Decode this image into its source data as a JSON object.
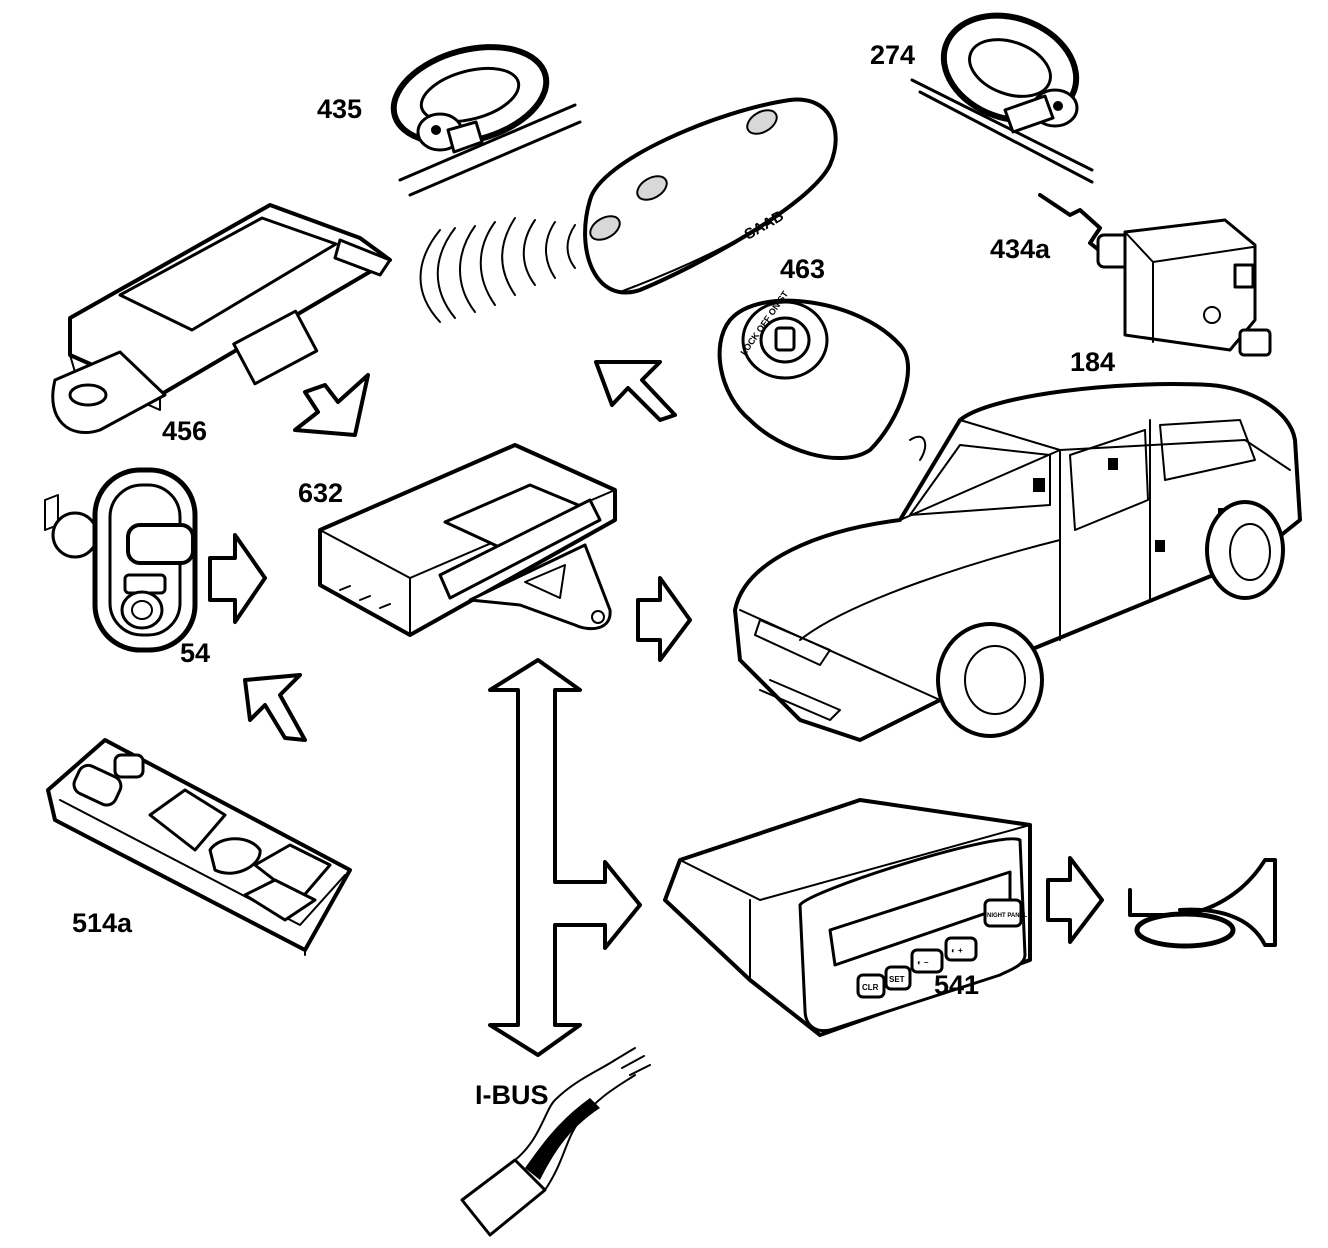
{
  "diagram": {
    "components": {
      "c435": "435",
      "c274": "274",
      "c434a": "434a",
      "c463": "463",
      "c184": "184",
      "c456": "456",
      "c632": "632",
      "c54": "54",
      "c514a": "514a",
      "c541": "541"
    },
    "bus_label": "I-BUS",
    "remote_text": "SAAB",
    "switch_text": "LOCK OFF ON ST",
    "display_buttons": [
      "CLR",
      "SET",
      "◐ –",
      "◐ +",
      "NIGHT PANEL"
    ]
  }
}
